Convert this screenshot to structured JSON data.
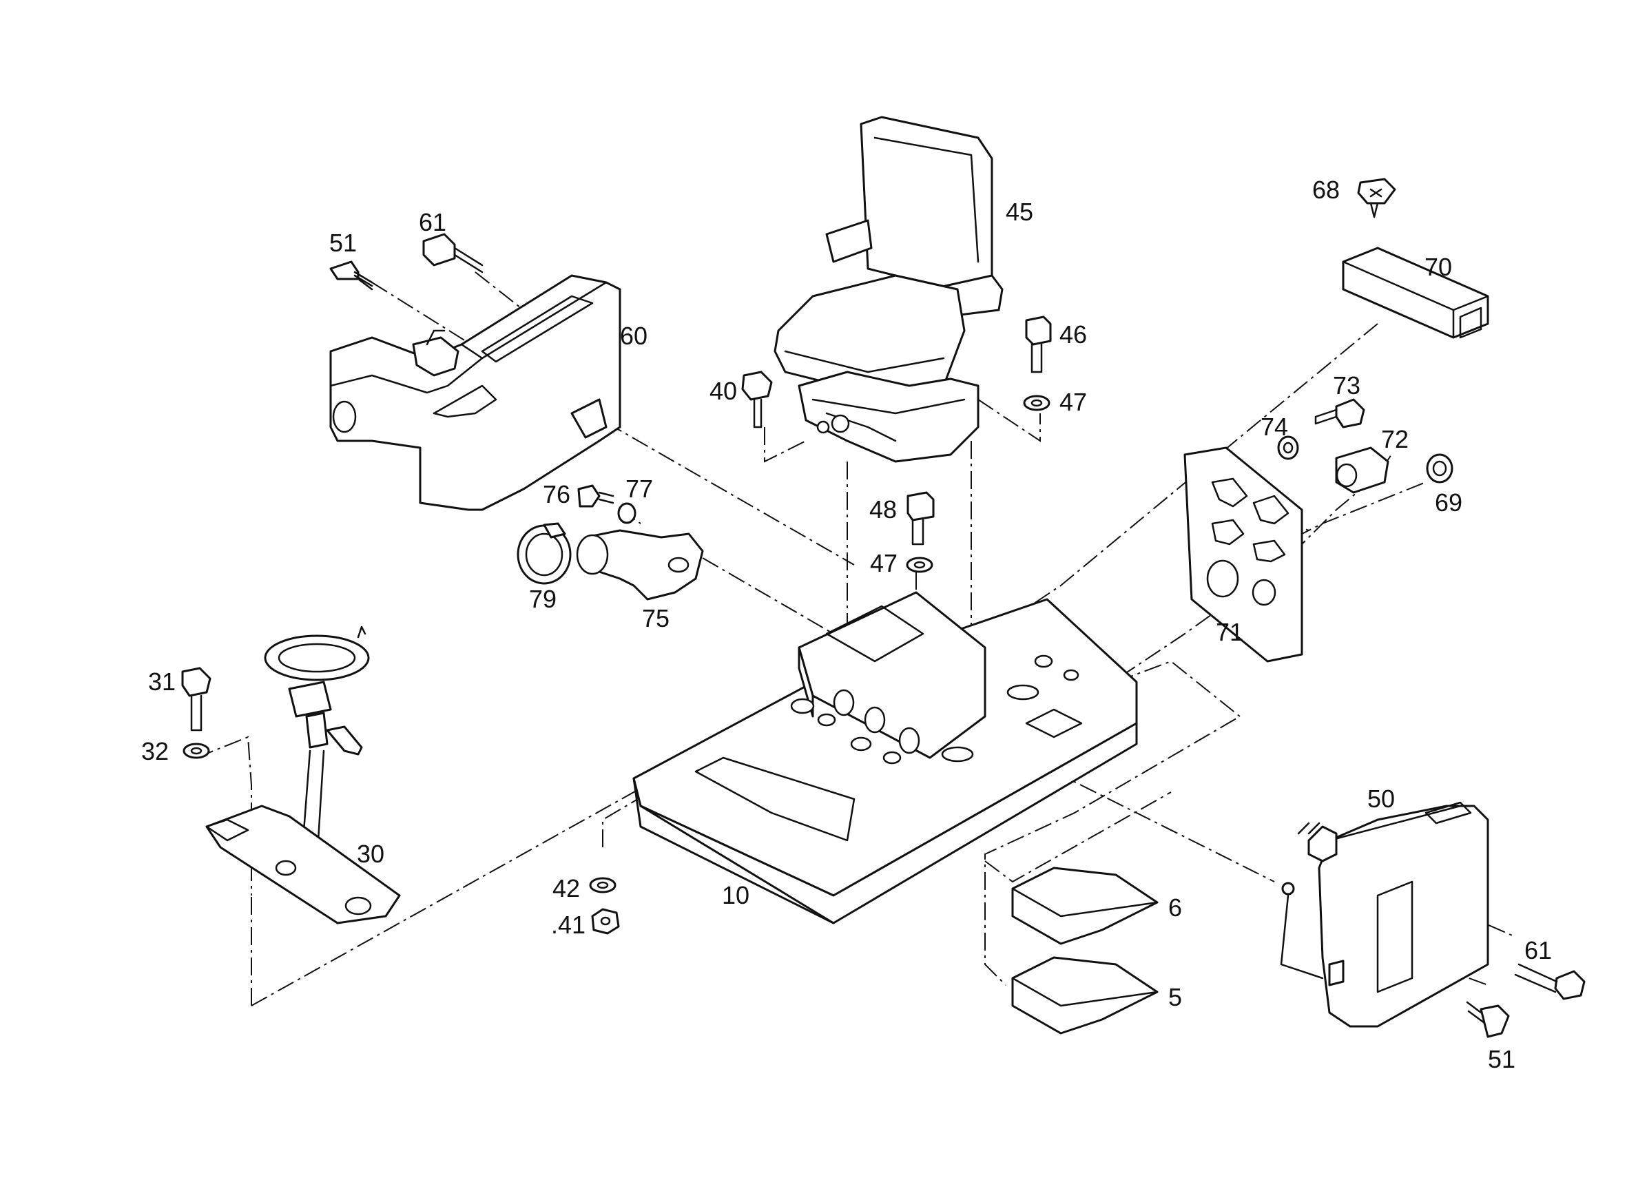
{
  "diagram": {
    "callouts": [
      {
        "id": "c45",
        "text": "45"
      },
      {
        "id": "c68",
        "text": "68"
      },
      {
        "id": "c70",
        "text": "70"
      },
      {
        "id": "c51a",
        "text": "51"
      },
      {
        "id": "c61a",
        "text": "61"
      },
      {
        "id": "c60",
        "text": "60"
      },
      {
        "id": "c46",
        "text": "46"
      },
      {
        "id": "c40",
        "text": "40"
      },
      {
        "id": "c47a",
        "text": "47"
      },
      {
        "id": "c73",
        "text": "73"
      },
      {
        "id": "c74",
        "text": "74"
      },
      {
        "id": "c72",
        "text": "72"
      },
      {
        "id": "c76",
        "text": "76"
      },
      {
        "id": "c77",
        "text": "77"
      },
      {
        "id": "c69",
        "text": "69"
      },
      {
        "id": "c48",
        "text": "48"
      },
      {
        "id": "c47b",
        "text": "47"
      },
      {
        "id": "c79",
        "text": "79"
      },
      {
        "id": "c75",
        "text": "75"
      },
      {
        "id": "c71",
        "text": "71"
      },
      {
        "id": "c31",
        "text": "31"
      },
      {
        "id": "c32",
        "text": "32"
      },
      {
        "id": "c50",
        "text": "50"
      },
      {
        "id": "c30",
        "text": "30"
      },
      {
        "id": "c42",
        "text": "42"
      },
      {
        "id": "c10",
        "text": "10"
      },
      {
        "id": "c6",
        "text": "6"
      },
      {
        "id": "c41",
        "text": ".41"
      },
      {
        "id": "c61b",
        "text": "61"
      },
      {
        "id": "c5",
        "text": "5"
      },
      {
        "id": "c51b",
        "text": "51"
      }
    ]
  }
}
